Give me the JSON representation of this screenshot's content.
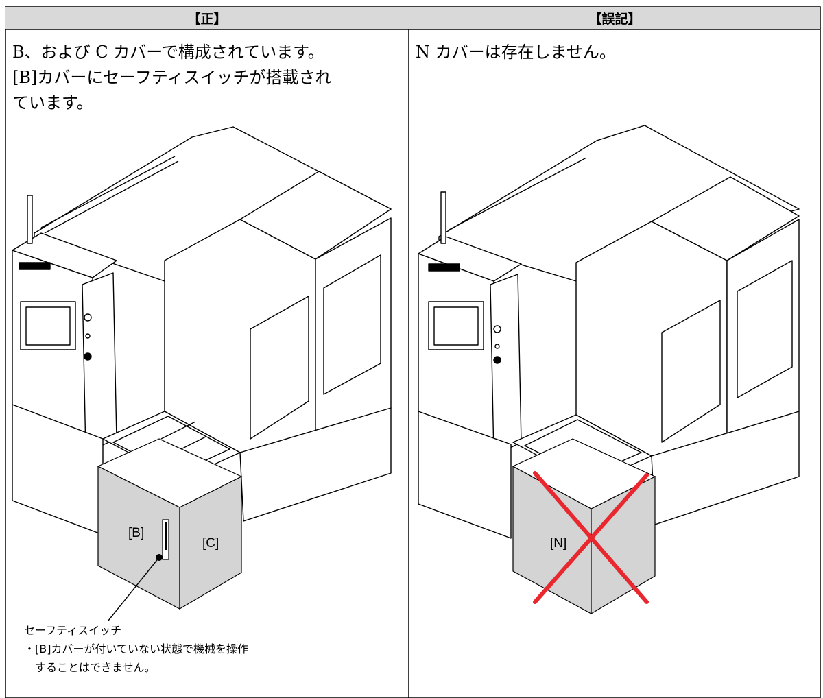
{
  "columns": [
    {
      "header": "【正】",
      "description": [
        "B、および C カバーで構成されています。",
        "[B]カバーにセーフティスイッチが搭載され",
        "ています。"
      ],
      "labels": [
        "[B]",
        "[C]"
      ],
      "callout_title": "セーフティスイッチ",
      "callout_lines": [
        "・[B]カバーが付いていない状態で機械を操作",
        "　することはできません。"
      ]
    },
    {
      "header": "【誤記】",
      "description": [
        "N カバーは存在しません。"
      ],
      "labels": [
        "[N]"
      ]
    }
  ],
  "colors": {
    "header_bg": "#d9d9d9",
    "cover_fill": "#d4d4d4",
    "cross": "#e8282e"
  }
}
